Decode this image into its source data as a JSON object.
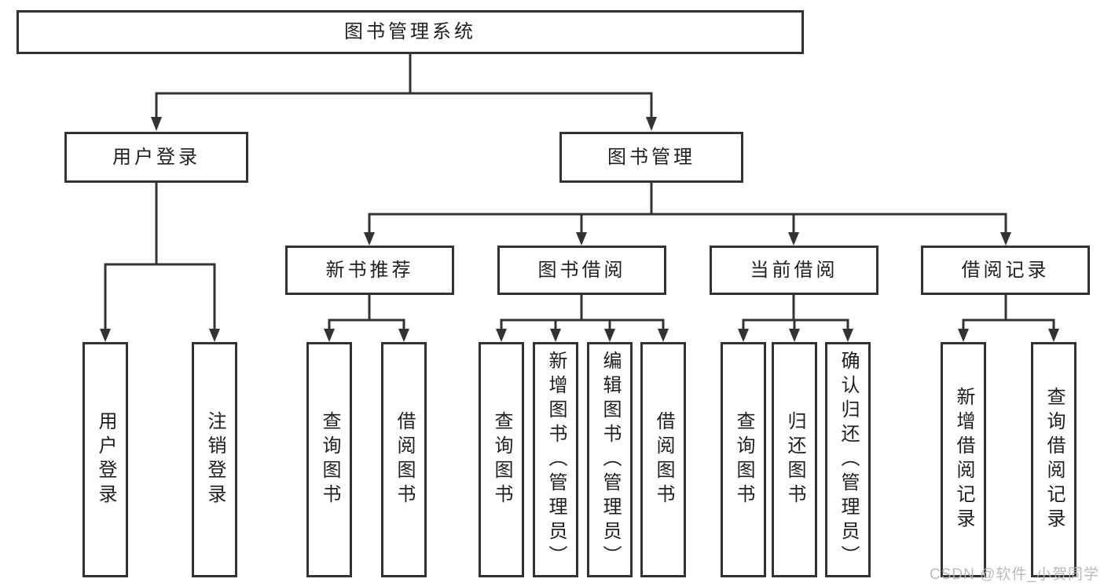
{
  "diagram": {
    "root": {
      "label": "图书管理系统"
    },
    "level2": {
      "user_login": {
        "label": "用户登录"
      },
      "book_management": {
        "label": "图书管理"
      }
    },
    "level3": {
      "new_book_recommendation": {
        "label": "新书推荐"
      },
      "book_borrowing": {
        "label": "图书借阅"
      },
      "current_borrowing": {
        "label": "当前借阅"
      },
      "borrowing_records": {
        "label": "借阅记录"
      }
    },
    "leaves": {
      "user_login": {
        "label": "用户登录"
      },
      "logout_login": {
        "label": "注销登录"
      },
      "recommend_query_books": {
        "label": "查询图书"
      },
      "recommend_borrow_books": {
        "label": "借阅图书"
      },
      "borrowing_query_books": {
        "label": "查询图书"
      },
      "borrowing_add_books_admin": {
        "label": "新增图书（管理员）"
      },
      "borrowing_edit_books_admin": {
        "label": "编辑图书（管理员）"
      },
      "borrowing_borrow_books": {
        "label": "借阅图书"
      },
      "current_query_books": {
        "label": "查询图书"
      },
      "current_return_books": {
        "label": "归还图书"
      },
      "current_confirm_return_admin": {
        "label": "确认归还（管理员）"
      },
      "records_add_borrow_record": {
        "label": "新增借阅记录"
      },
      "records_query_borrow_record": {
        "label": "查询借阅记录"
      }
    },
    "watermark": {
      "text": "CSDN @软件_小贺同学"
    },
    "colors": {
      "line": "#333333",
      "text": "#1f1f1f",
      "box_background": "#ffffff",
      "watermark": "#b2b2b2",
      "background": "#ffffff"
    }
  }
}
